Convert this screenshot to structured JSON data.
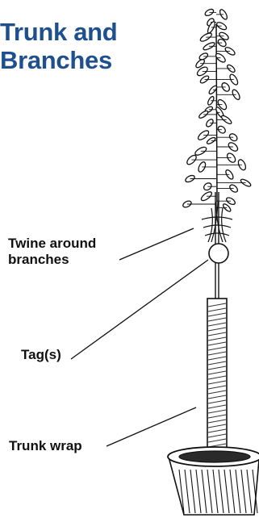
{
  "title": {
    "line1": "Trunk and",
    "line2": "Branches",
    "color": "#1e4f8f"
  },
  "labels": {
    "twine_line1": "Twine around",
    "twine_line2": "branches",
    "tag": "Tag(s)",
    "trunk_wrap": "Trunk wrap"
  },
  "icons": [
    "tree-illustration",
    "pot-icon",
    "tag-icon"
  ]
}
